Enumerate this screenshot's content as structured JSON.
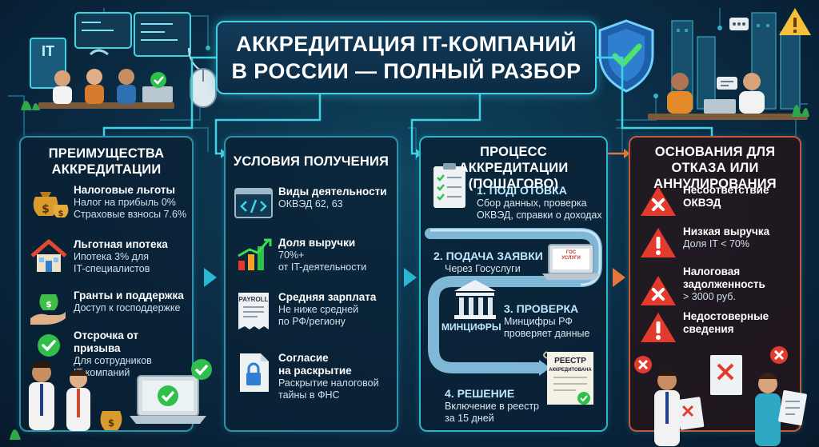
{
  "title": {
    "line1": "АККРЕДИТАЦИЯ IT-КОМПАНИЙ",
    "line2": "В РОССИИ — ПОЛНЫЙ РАЗБОР"
  },
  "it_badge": "IT",
  "benefits": {
    "title": "ПРЕИМУЩЕСТВА АККРЕДИТАЦИИ",
    "items": [
      {
        "head": "Налоговые льготы",
        "desc": "Налог на прибыль 0%\nСтраховые взносы 7.6%",
        "icon": "money-bags-icon"
      },
      {
        "head": "Льготная ипотека",
        "desc": "Ипотека 3% для\nIT-специалистов",
        "icon": "house-icon"
      },
      {
        "head": "Гранты и поддержка",
        "desc": "Доступ к господдержке",
        "icon": "grant-hand-icon"
      },
      {
        "head": "Отсрочка от призыва",
        "desc": "Для сотрудников\nIT-компаний",
        "icon": "check-badge-icon"
      }
    ]
  },
  "conditions": {
    "title": "УСЛОВИЯ ПОЛУЧЕНИЯ",
    "items": [
      {
        "head": "Виды деятельности",
        "desc": "ОКВЭД 62, 63",
        "icon": "code-window-icon"
      },
      {
        "head": "Доля выручки",
        "desc": "70%+\nот IT-деятельности",
        "icon": "growth-chart-icon"
      },
      {
        "head": "Средняя зарплата",
        "desc": "Не ниже средней\nпо РФ/региону",
        "icon": "payroll-icon",
        "icon_label": "PAYROLL"
      },
      {
        "head": "Согласие\nна раскрытие",
        "desc": "Раскрытие налоговой\nтайны в ФНС",
        "icon": "lock-document-icon"
      }
    ]
  },
  "process": {
    "title": "ПРОЦЕСС АККРЕДИТАЦИИ (ПОШАГОВО)",
    "steps": [
      {
        "head": "1. ПОДГОТОВКА",
        "desc": "Сбор данных, проверка\nОКВЭД, справки о доходах"
      },
      {
        "head": "2. ПОДАЧА ЗАЯВКИ",
        "desc": "Через Госуслуги"
      },
      {
        "head": "3. ПРОВЕРКА",
        "desc": "Минцифры РФ\nпроверяет данные"
      },
      {
        "head": "4. РЕШЕНИЕ",
        "desc": "Включение в реестр\nза 15 дней"
      }
    ],
    "ministry_label": "МИНЦИФРЫ",
    "registry_line1": "РЕЕСТР",
    "registry_line2": "АККРЕДИТОВАНА",
    "laptop_screen": "ГОС\nУСЛУГИ"
  },
  "refusal": {
    "title": "ОСНОВАНИЯ ДЛЯ ОТКАЗА ИЛИ АННУЛИРОВАНИЯ",
    "items": [
      {
        "head": "Несоответствие\nОКВЭД",
        "desc": "",
        "icon": "x-triangle-icon"
      },
      {
        "head": "Низкая выручка",
        "desc": "Доля IT < 70%",
        "icon": "warning-triangle-icon"
      },
      {
        "head": "Налоговая\nзадолженность",
        "desc": "> 3000 руб.",
        "icon": "x-triangle-icon"
      },
      {
        "head": "Недостоверные\nсведения",
        "desc": "",
        "icon": "warning-triangle-icon"
      }
    ]
  },
  "colors": {
    "accent": "#3fd3e6",
    "panel_border": "#2f90aa",
    "warning": "#e23b2e",
    "success": "#2fbf4a",
    "arrow_orange": "#e8763a"
  }
}
